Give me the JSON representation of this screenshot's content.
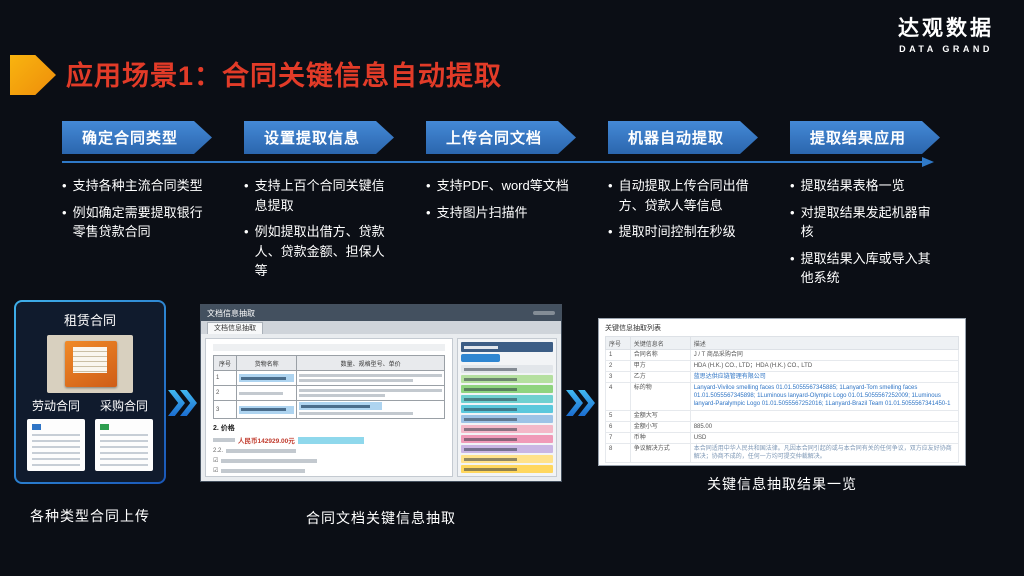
{
  "logo": {
    "name": "达观数据",
    "tagline": "DATA GRAND"
  },
  "title": "应用场景1：合同关键信息自动提取",
  "colors": {
    "background": "#0b0e15",
    "title_red": "#e23b28",
    "title_arrow_orange": "#f5a50f",
    "step_banner_blue": "#3276c3",
    "flow_arrow_blue": "#2da0e8"
  },
  "steps": [
    {
      "label": "确定合同类型",
      "bullets": [
        "支持各种主流合同类型",
        "例如确定需要提取银行零售贷款合同"
      ]
    },
    {
      "label": "设置提取信息",
      "bullets": [
        "支持上百个合同关键信息提取",
        "例如提取出借方、贷款人、贷款金额、担保人等"
      ]
    },
    {
      "label": "上传合同文档",
      "bullets": [
        "支持PDF、word等文档",
        "支持图片扫描件"
      ]
    },
    {
      "label": "机器自动提取",
      "bullets": [
        "自动提取上传合同出借方、贷款人等信息",
        "提取时间控制在秒级"
      ]
    },
    {
      "label": "提取结果应用",
      "bullets": [
        "提取结果表格一览",
        "对提取结果发起机器审核",
        "提取结果入库或导入其他系统"
      ]
    }
  ],
  "upload_panel": {
    "top_label": "租赁合同",
    "bottom_labels": [
      "劳动合同",
      "采购合同"
    ],
    "caption": "各种类型合同上传"
  },
  "extract_panel": {
    "window_title": "文档信息抽取",
    "tab_label": "文档信息抽取",
    "doc_table_headers": [
      "序号",
      "货物名称",
      "数量、规格型号、单价"
    ],
    "doc_row_numbers": [
      "1",
      "2",
      "3"
    ],
    "section_heading": "2. 价格",
    "price_text": "人民币142929.00元",
    "subsection": "2.2.",
    "check_glyph": "☑",
    "field_colors": [
      "#e2e6ea",
      "#b5e0a0",
      "#8fd47f",
      "#6fd0d0",
      "#5bc8dc",
      "#9dc3e6",
      "#f4b8c8",
      "#f09ab8",
      "#c9b6e4",
      "#ffe28a",
      "#ffd75e",
      "#f2f4f6"
    ],
    "caption": "合同文档关键信息抽取"
  },
  "result_panel": {
    "title": "关键信息抽取列表",
    "columns": [
      "序号",
      "关键信息名",
      "描述"
    ],
    "rows": [
      {
        "no": "1",
        "key": "合同名称",
        "desc": "J / T 商品采购合同"
      },
      {
        "no": "2",
        "key": "甲方",
        "desc": "HDA (H.K.) CO., LTD；HDA (H.K.) CO., LTD"
      },
      {
        "no": "3",
        "key": "乙方",
        "desc": "蓝思达供应链管理有限公司"
      },
      {
        "no": "4",
        "key": "标的物",
        "desc": "Lanyard-Vivilce smelling faces 01.01.5055567345885; 1Lanyard-Tom smelling faces 01.01.5055567345898; 1Luminous lanyard-Olympic Logo 01.01.5055567252009; 1Luminous lanyard-Paralympic Logo 01.01.5055567252016; 1Lanyard-Brazil Team 01.01.5055567341450-1"
      },
      {
        "no": "5",
        "key": "金额大写",
        "desc": ""
      },
      {
        "no": "6",
        "key": "金额小写",
        "desc": "885.00"
      },
      {
        "no": "7",
        "key": "币种",
        "desc": "USD"
      },
      {
        "no": "8",
        "key": "争议解决方式",
        "desc": "本合同适用中华人民共和国法律。凡因本合同引起的或与本合同有关的任何争议，双方应友好协商解决；协商不成的，任何一方均可提交仲裁解决。"
      }
    ],
    "caption": "关键信息抽取结果一览"
  }
}
